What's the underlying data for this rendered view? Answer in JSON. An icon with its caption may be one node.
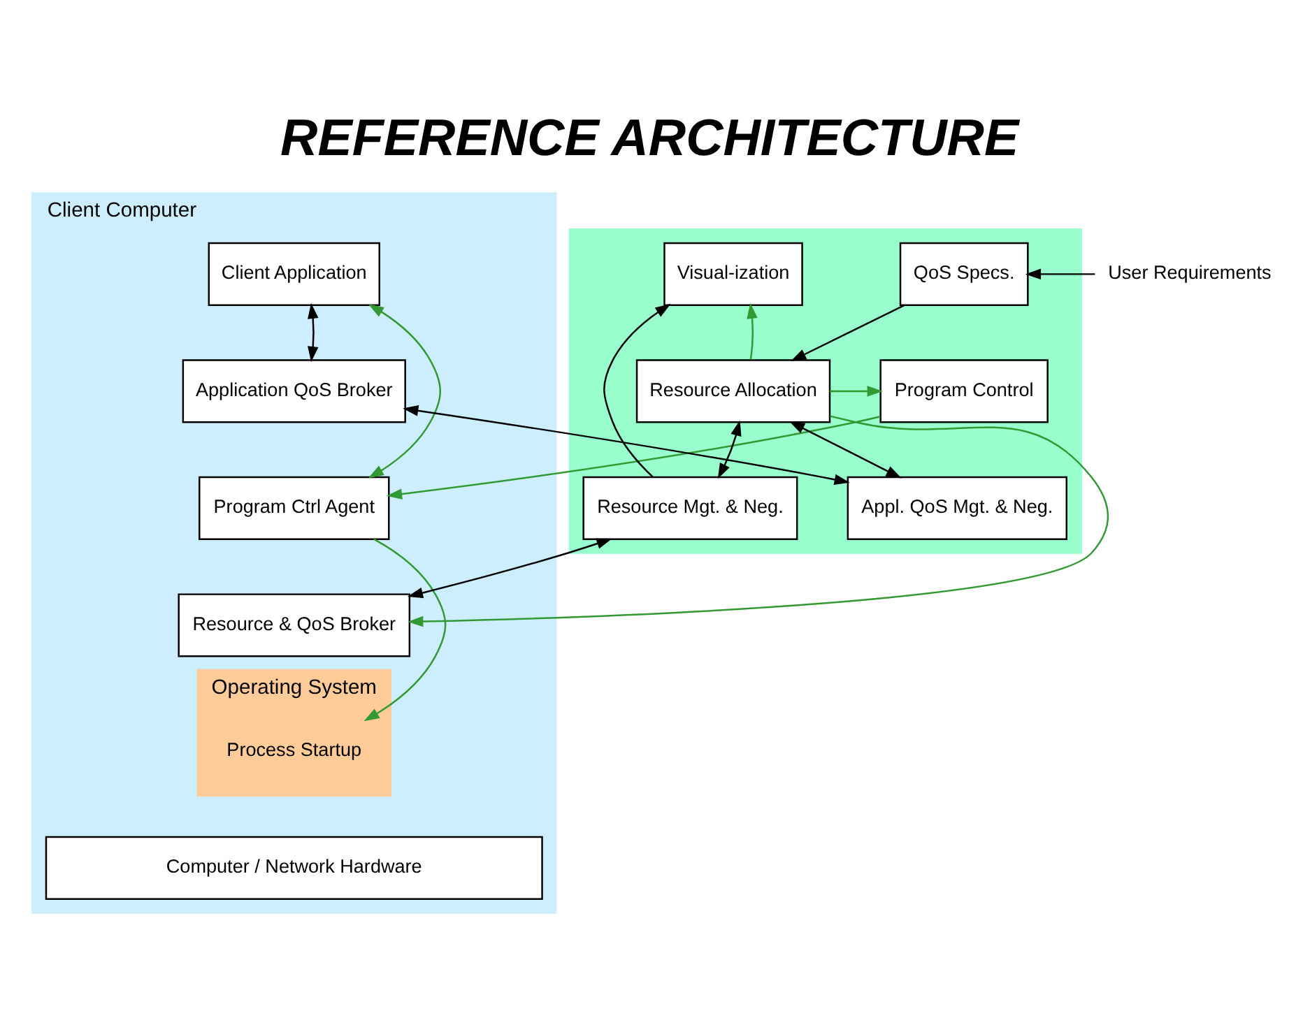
{
  "diagram": {
    "title": "REFERENCE ARCHITECTURE",
    "nodes": [
      {
        "text": [
          "Client Computer"
        ]
      },
      {
        "text": [
          "Client Application"
        ],
        "in": 0
      },
      {
        "text": [
          "Application QoS Broker"
        ],
        "in": 0
      },
      {
        "text": [
          "Program Ctrl Agent"
        ],
        "in": 0
      },
      {
        "text": [
          "Resource & QoS Broker"
        ],
        "in": 0
      },
      {
        "text": [
          "Operating System"
        ],
        "in": 0
      },
      {
        "text": [
          "Process Startup"
        ],
        "in": 5
      },
      {
        "text": [
          "Computer / Network Hardware"
        ],
        "in": 0
      },
      {
        "text": [],
        "shape": "box"
      },
      {
        "text": [
          "QoS Specs."
        ],
        "in": 8
      },
      {
        "text": [
          "Visual-ization"
        ],
        "in": 8
      },
      {
        "text": [
          "Program Control"
        ],
        "in": 8
      },
      {
        "text": [
          "Resource Allocation"
        ],
        "in": 8
      },
      {
        "text": [
          "Appl. QoS Mgt. & Neg."
        ],
        "in": 8
      },
      {
        "text": [
          "Resource Mgt. & Neg."
        ],
        "in": 8
      },
      {
        "text": [
          "User Requirements"
        ]
      }
    ],
    "edges": [
      {
        "from": 1,
        "to": 2,
        "arrow": "both"
      },
      {
        "from": 3,
        "to": 1,
        "arrow": "both",
        "color": "#339933"
      },
      {
        "from": 13,
        "to": 2,
        "arrow": "both"
      },
      {
        "from": 11,
        "to": 3,
        "arrow": "to",
        "color": "#339933"
      },
      {
        "from": 12,
        "to": 11,
        "arrow": "to",
        "color": "#339933"
      },
      {
        "from": 12,
        "to": 10,
        "arrow": "to",
        "color": "#339933"
      },
      {
        "from": 12,
        "to": 4,
        "arrow": "to",
        "color": "#339933"
      },
      {
        "from": 12,
        "to": 13,
        "arrow": "both"
      },
      {
        "from": 12,
        "to": 14,
        "arrow": "both"
      },
      {
        "from": 14,
        "to": 10,
        "arrow": "to"
      },
      {
        "from": 4,
        "to": 14,
        "arrow": "both"
      },
      {
        "from": 9,
        "to": 12,
        "arrow": "to"
      },
      {
        "from": 15,
        "to": 9,
        "arrow": "to"
      },
      {
        "from": 3,
        "to": 6,
        "arrow": "to",
        "color": "#339933"
      }
    ]
  }
}
